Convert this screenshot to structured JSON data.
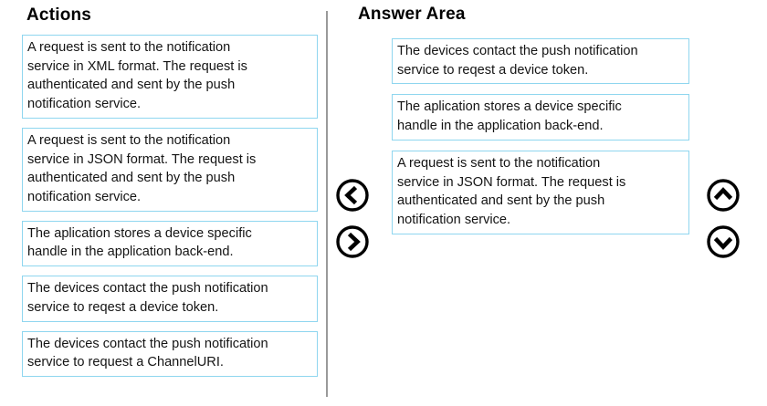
{
  "headings": {
    "actions": "Actions",
    "answer_area": "Answer Area"
  },
  "colors": {
    "box_border": "#8fd6ef",
    "divider": "#9a9a9a",
    "text": "#141414",
    "background": "#ffffff"
  },
  "actions": {
    "items": [
      {
        "id": "action-xml-request",
        "text": "A request is sent to the notification service in XML format. The request is authenticated and sent by the push notification service.",
        "lines": [
          "A request is sent to the notification",
          "service in XML format. The request is",
          "authenticated and sent by the push",
          "notification service."
        ]
      },
      {
        "id": "action-json-request",
        "text": "A request is sent to the notification service in JSON format. The request is authenticated and sent by the push notification service.",
        "lines": [
          "A request is sent to the notification",
          "service in JSON format. The request is",
          "authenticated and sent by the push",
          "notification service."
        ]
      },
      {
        "id": "action-store-handle",
        "text": "The aplication stores a device specific handle in the application back-end.",
        "lines": [
          "The aplication stores a device specific",
          "handle in the application back-end."
        ]
      },
      {
        "id": "action-device-token",
        "text": "The devices contact the push notification service to reqest a device token.",
        "lines": [
          "The devices contact the push notification",
          "service to reqest a device token."
        ]
      },
      {
        "id": "action-channeluri",
        "text": "The devices contact the push notification service to request a ChannelURI.",
        "lines": [
          "The devices contact the push notification",
          "service to request a ChannelURI."
        ]
      }
    ]
  },
  "answer_area": {
    "items": [
      {
        "id": "answer-device-token",
        "text": "The devices contact the push notification service to reqest a device token.",
        "lines": [
          "The devices contact the push notification",
          "service to reqest a device token."
        ]
      },
      {
        "id": "answer-store-handle",
        "text": "The aplication stores a device specific handle in the application back-end.",
        "lines": [
          "The aplication stores a device specific",
          "handle in the application back-end."
        ]
      },
      {
        "id": "answer-json-request",
        "text": "A request is sent to the notification service in JSON format. The request is authenticated and sent by the push notification service.",
        "lines": [
          "A request is sent to the notification",
          "service in JSON format. The request is",
          "authenticated and sent by the push",
          "notification service."
        ]
      }
    ]
  },
  "controls": [
    {
      "id": "btn-move-left",
      "icon": "circle-chevron-left-icon",
      "label": "Move left"
    },
    {
      "id": "btn-move-right",
      "icon": "circle-chevron-right-icon",
      "label": "Move right"
    },
    {
      "id": "btn-move-up",
      "icon": "circle-chevron-up-icon",
      "label": "Move up"
    },
    {
      "id": "btn-move-down",
      "icon": "circle-chevron-down-icon",
      "label": "Move down"
    }
  ]
}
